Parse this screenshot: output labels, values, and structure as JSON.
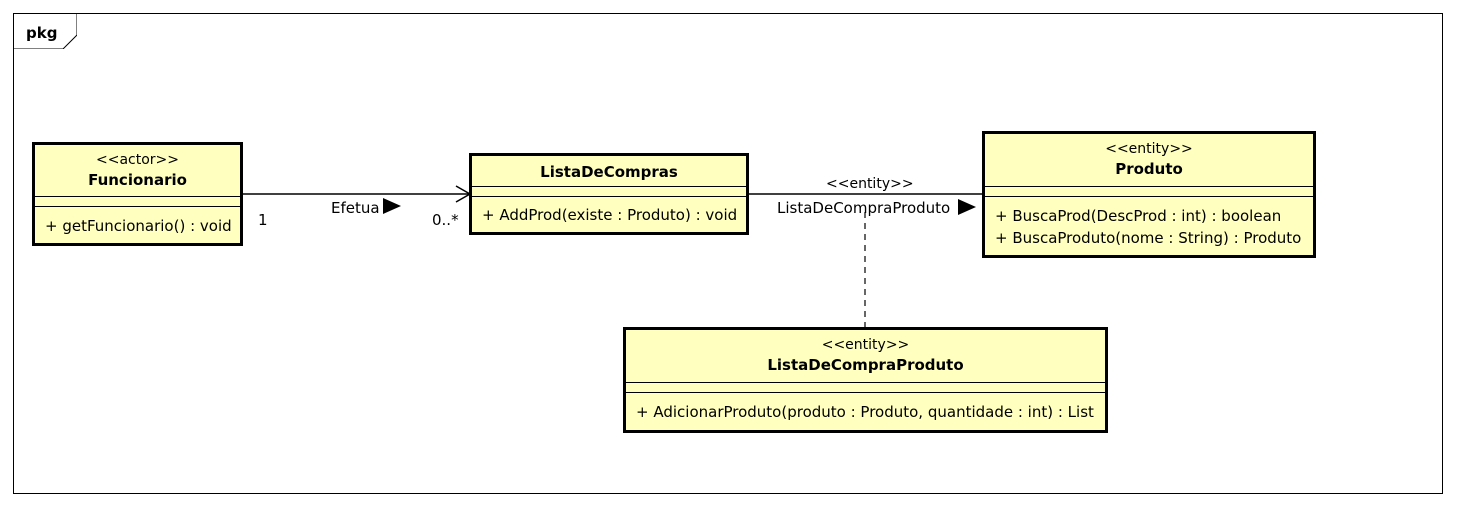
{
  "package": {
    "label": "pkg"
  },
  "classes": {
    "funcionario": {
      "stereotype": "<<actor>>",
      "name": "Funcionario",
      "operations": [
        "+ getFuncionario() : void"
      ]
    },
    "lista_de_compras": {
      "stereotype": "",
      "name": "ListaDeCompras",
      "operations": [
        "+ AddProd(existe : Produto) : void"
      ]
    },
    "produto": {
      "stereotype": "<<entity>>",
      "name": "Produto",
      "operations": [
        "+ BuscaProd(DescProd : int) : boolean",
        "+ BuscaProduto(nome : String) : Produto"
      ]
    },
    "lista_de_compra_produto": {
      "stereotype": "<<entity>>",
      "name": "ListaDeCompraProduto",
      "operations": [
        "+ AdicionarProduto(produto : Produto, quantidade : int) : List"
      ]
    }
  },
  "associations": {
    "efetua": {
      "name": "Efetua",
      "source_multiplicity": "1",
      "target_multiplicity": "0..*"
    },
    "lista_produto": {
      "stereotype": "<<entity>>",
      "name": "ListaDeCompraProduto"
    }
  }
}
